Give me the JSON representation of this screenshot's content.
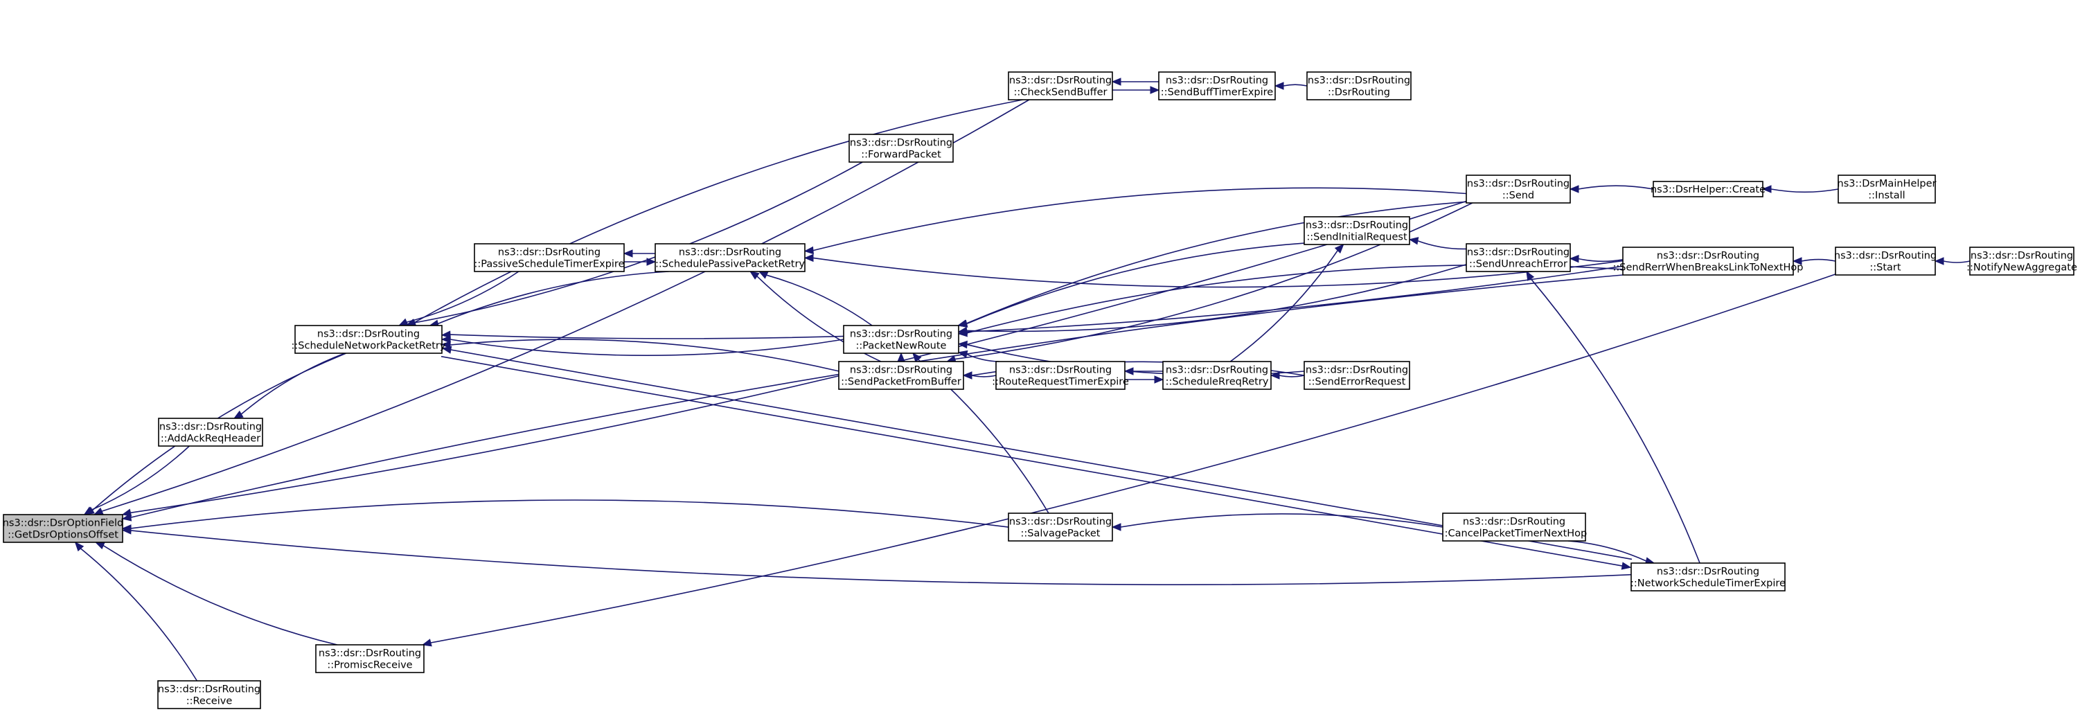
{
  "colors": {
    "edge": "#191970",
    "node_border": "#000000",
    "root_fill": "#bfbfbf",
    "node_fill": "#ffffff"
  },
  "nodes": [
    {
      "id": "n0",
      "lines": [
        "ns3::dsr::DsrOptionField",
        "::GetDsrOptionsOffset"
      ],
      "root": true
    },
    {
      "id": "n1",
      "lines": [
        "ns3::dsr::DsrRouting",
        "::AddAckReqHeader"
      ]
    },
    {
      "id": "n2",
      "lines": [
        "ns3::dsr::DsrRouting",
        "::ScheduleNetworkPacketRetry"
      ]
    },
    {
      "id": "n3",
      "lines": [
        "ns3::dsr::DsrRouting",
        "::PromiscReceive"
      ]
    },
    {
      "id": "n4",
      "lines": [
        "ns3::dsr::DsrRouting",
        "::Receive"
      ]
    },
    {
      "id": "n5",
      "lines": [
        "ns3::dsr::DsrRouting",
        "::PassiveScheduleTimerExpire"
      ]
    },
    {
      "id": "n6",
      "lines": [
        "ns3::dsr::DsrRouting",
        "::SchedulePassivePacketRetry"
      ]
    },
    {
      "id": "n7",
      "lines": [
        "ns3::dsr::DsrRouting",
        "::ForwardPacket"
      ]
    },
    {
      "id": "n8",
      "lines": [
        "ns3::dsr::DsrRouting",
        "::CheckSendBuffer"
      ]
    },
    {
      "id": "n9",
      "lines": [
        "ns3::dsr::DsrRouting",
        "::PacketNewRoute"
      ]
    },
    {
      "id": "n10",
      "lines": [
        "ns3::dsr::DsrRouting",
        "::SendPacketFromBuffer"
      ]
    },
    {
      "id": "n11",
      "lines": [
        "ns3::dsr::DsrRouting",
        "::SalvagePacket"
      ]
    },
    {
      "id": "n12",
      "lines": [
        "ns3::dsr::DsrRouting",
        "::SendBuffTimerExpire"
      ]
    },
    {
      "id": "n13",
      "lines": [
        "ns3::dsr::DsrRouting",
        "::DsrRouting"
      ]
    },
    {
      "id": "n14",
      "lines": [
        "ns3::dsr::DsrRouting",
        "::RouteRequestTimerExpire"
      ]
    },
    {
      "id": "n15",
      "lines": [
        "ns3::dsr::DsrRouting",
        "::ScheduleRreqRetry"
      ]
    },
    {
      "id": "n16",
      "lines": [
        "ns3::dsr::DsrRouting",
        "::SendInitialRequest"
      ]
    },
    {
      "id": "n17",
      "lines": [
        "ns3::dsr::DsrRouting",
        "::SendErrorRequest"
      ]
    },
    {
      "id": "n18",
      "lines": [
        "ns3::dsr::DsrRouting",
        "::Send"
      ]
    },
    {
      "id": "n19",
      "lines": [
        "ns3::dsr::DsrRouting",
        "::SendUnreachError"
      ]
    },
    {
      "id": "n20",
      "lines": [
        "ns3::dsr::DsrRouting",
        "::CancelPacketTimerNextHop"
      ]
    },
    {
      "id": "n21",
      "lines": [
        "ns3::DsrHelper::Create"
      ]
    },
    {
      "id": "n22",
      "lines": [
        "ns3::dsr::DsrRouting",
        "::SendRerrWhenBreaksLinkToNextHop"
      ]
    },
    {
      "id": "n23",
      "lines": [
        "ns3::dsr::DsrRouting",
        "::NetworkScheduleTimerExpire"
      ]
    },
    {
      "id": "n24",
      "lines": [
        "ns3::DsrMainHelper",
        "::Install"
      ]
    },
    {
      "id": "n25",
      "lines": [
        "ns3::dsr::DsrRouting",
        "::Start"
      ]
    },
    {
      "id": "n26",
      "lines": [
        "ns3::dsr::DsrRouting",
        "::NotifyNewAggregate"
      ]
    }
  ],
  "edges": [
    [
      "n1",
      "n0"
    ],
    [
      "n2",
      "n0"
    ],
    [
      "n3",
      "n0"
    ],
    [
      "n4",
      "n0"
    ],
    [
      "n8",
      "n0"
    ],
    [
      "n11",
      "n0"
    ],
    [
      "n18",
      "n0"
    ],
    [
      "n22",
      "n0"
    ],
    [
      "n23",
      "n0"
    ],
    [
      "n2",
      "n1"
    ],
    [
      "n5",
      "n2"
    ],
    [
      "n6",
      "n2"
    ],
    [
      "n7",
      "n2"
    ],
    [
      "n8",
      "n2"
    ],
    [
      "n9",
      "n2"
    ],
    [
      "n10",
      "n2"
    ],
    [
      "n22",
      "n2"
    ],
    [
      "n23",
      "n2"
    ],
    [
      "n25",
      "n3"
    ],
    [
      "n6",
      "n5"
    ],
    [
      "n5",
      "n6"
    ],
    [
      "n9",
      "n6"
    ],
    [
      "n10",
      "n6"
    ],
    [
      "n18",
      "n6"
    ],
    [
      "n22",
      "n6"
    ],
    [
      "n12",
      "n8"
    ],
    [
      "n8",
      "n12"
    ],
    [
      "n13",
      "n12"
    ],
    [
      "n10",
      "n9"
    ],
    [
      "n11",
      "n9"
    ],
    [
      "n14",
      "n9"
    ],
    [
      "n16",
      "n9"
    ],
    [
      "n17",
      "n9"
    ],
    [
      "n18",
      "n9"
    ],
    [
      "n19",
      "n9"
    ],
    [
      "n22",
      "n9"
    ],
    [
      "n14",
      "n10"
    ],
    [
      "n17",
      "n10"
    ],
    [
      "n18",
      "n10"
    ],
    [
      "n20",
      "n11"
    ],
    [
      "n15",
      "n14"
    ],
    [
      "n14",
      "n15"
    ],
    [
      "n17",
      "n15"
    ],
    [
      "n15",
      "n16"
    ],
    [
      "n19",
      "n16"
    ],
    [
      "n21",
      "n18"
    ],
    [
      "n22",
      "n19"
    ],
    [
      "n23",
      "n19"
    ],
    [
      "n24",
      "n21"
    ],
    [
      "n25",
      "n22"
    ],
    [
      "n20",
      "n23"
    ],
    [
      "n2",
      "n23"
    ],
    [
      "n26",
      "n25"
    ]
  ]
}
